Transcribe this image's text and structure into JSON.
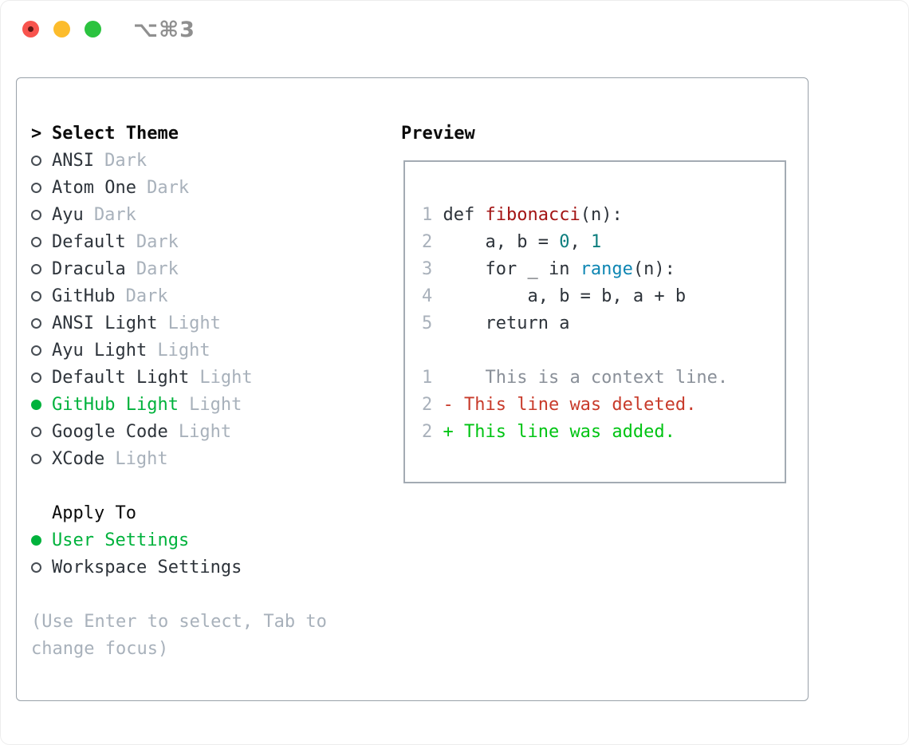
{
  "window": {
    "title_shortcut": "⌥⌘3",
    "traffic_lights": [
      "close",
      "minimize",
      "zoom"
    ]
  },
  "colors": {
    "selection_green": "#00b23c",
    "added_green": "#00c413",
    "deleted_red": "#c83b2b",
    "function_red": "#a31414",
    "number_teal": "#0d7e7e",
    "builtin_blue": "#0e86b3",
    "muted_gray": "#a8b1bb",
    "panel_border": "#99a1a9"
  },
  "theme_panel": {
    "header": {
      "prompt": ">",
      "label": "Select Theme"
    },
    "themes": [
      {
        "name": "ANSI",
        "tag": "Dark",
        "selected": false
      },
      {
        "name": "Atom One",
        "tag": "Dark",
        "selected": false
      },
      {
        "name": "Ayu",
        "tag": "Dark",
        "selected": false
      },
      {
        "name": "Default",
        "tag": "Dark",
        "selected": false
      },
      {
        "name": "Dracula",
        "tag": "Dark",
        "selected": false
      },
      {
        "name": "GitHub",
        "tag": "Dark",
        "selected": false
      },
      {
        "name": "ANSI Light",
        "tag": "Light",
        "selected": false
      },
      {
        "name": "Ayu Light",
        "tag": "Light",
        "selected": false
      },
      {
        "name": "Default Light",
        "tag": "Light",
        "selected": false
      },
      {
        "name": "GitHub Light",
        "tag": "Light",
        "selected": true
      },
      {
        "name": "Google Code",
        "tag": "Light",
        "selected": false
      },
      {
        "name": "XCode",
        "tag": "Light",
        "selected": false
      }
    ],
    "apply_to": {
      "label": "Apply To",
      "options": [
        {
          "name": "User Settings",
          "selected": true
        },
        {
          "name": "Workspace Settings",
          "selected": false
        }
      ]
    },
    "hint_line1": "(Use Enter to select, Tab to",
    "hint_line2": "change focus)"
  },
  "preview": {
    "label": "Preview",
    "lines": [
      {
        "name": "blank-line",
        "num": null,
        "tokens": []
      },
      {
        "name": "code-line-1",
        "num": "1",
        "tokens": [
          {
            "t": "def ",
            "c": "code"
          },
          {
            "t": "fibonacci",
            "c": "func"
          },
          {
            "t": "(n):",
            "c": "code"
          }
        ]
      },
      {
        "name": "code-line-2",
        "num": "2",
        "tokens": [
          {
            "t": "    a, b = ",
            "c": "code"
          },
          {
            "t": "0",
            "c": "num"
          },
          {
            "t": ", ",
            "c": "code"
          },
          {
            "t": "1",
            "c": "num"
          }
        ]
      },
      {
        "name": "code-line-3",
        "num": "3",
        "tokens": [
          {
            "t": "    for _ in ",
            "c": "code"
          },
          {
            "t": "range",
            "c": "builtin"
          },
          {
            "t": "(n):",
            "c": "code"
          }
        ]
      },
      {
        "name": "code-line-4",
        "num": "4",
        "tokens": [
          {
            "t": "        a, b = b, a + b",
            "c": "code"
          }
        ]
      },
      {
        "name": "code-line-5",
        "num": "5",
        "tokens": [
          {
            "t": "    return a",
            "c": "code"
          }
        ]
      },
      {
        "name": "blank-line",
        "num": null,
        "tokens": []
      },
      {
        "name": "diff-context-line",
        "num": "1",
        "tokens": [
          {
            "t": "    This is a context line.",
            "c": "context"
          }
        ]
      },
      {
        "name": "diff-deleted-line",
        "num": "2",
        "tokens": [
          {
            "t": "- This line was deleted.",
            "c": "deleted"
          }
        ]
      },
      {
        "name": "diff-added-line",
        "num": "2",
        "tokens": [
          {
            "t": "+ This line was added.",
            "c": "added"
          }
        ]
      }
    ]
  }
}
